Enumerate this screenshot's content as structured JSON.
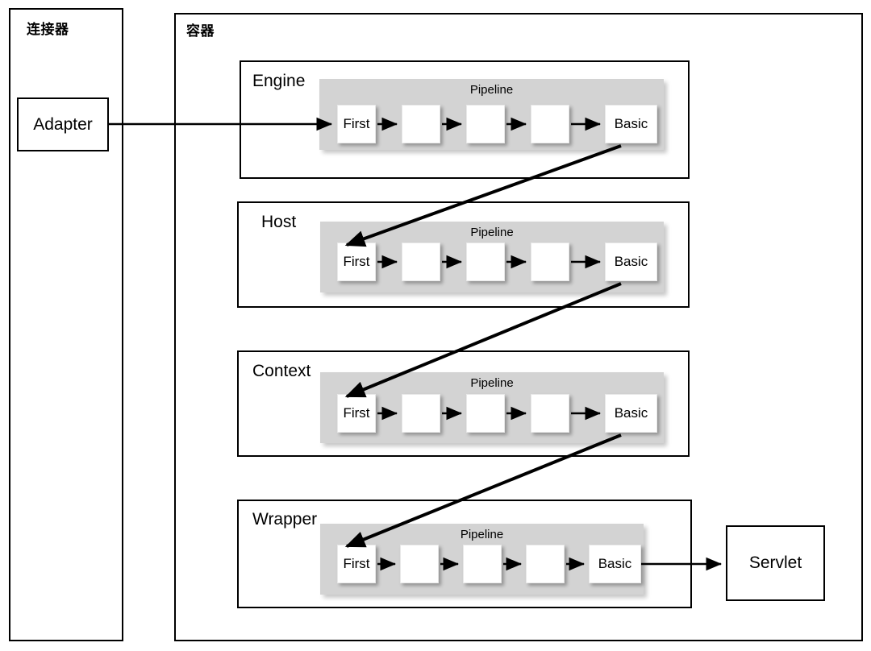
{
  "diagram": {
    "title_connector": "连接器",
    "title_container": "容器",
    "pipeline_label": "Pipeline",
    "first_label": "First",
    "basic_label": "Basic",
    "adapter_label": "Adapter",
    "servlet_label": "Servlet",
    "colors": {
      "stroke": "#000000",
      "pipeline_fill": "#d3d3d3",
      "box_fill": "#ffffff",
      "page_bg": "#ffffff"
    },
    "regions": [
      {
        "name": "connector",
        "label": "连接器"
      },
      {
        "name": "container",
        "label": "容器"
      }
    ],
    "sections": [
      {
        "name": "engine",
        "label": "Engine"
      },
      {
        "name": "host",
        "label": "Host"
      },
      {
        "name": "context",
        "label": "Context"
      },
      {
        "name": "wrapper",
        "label": "Wrapper"
      }
    ],
    "valve_labels": [
      "First",
      "",
      "",
      "",
      "Basic"
    ],
    "flow": {
      "adapter_to_engine": "Adapter → Engine First valve",
      "engine_to_host": "Engine Basic valve → Host First valve",
      "host_to_context": "Host Basic valve → Context First valve",
      "context_to_wrapper": "Context Basic valve → Wrapper First valve",
      "wrapper_to_servlet": "Wrapper Basic valve → Servlet"
    }
  }
}
